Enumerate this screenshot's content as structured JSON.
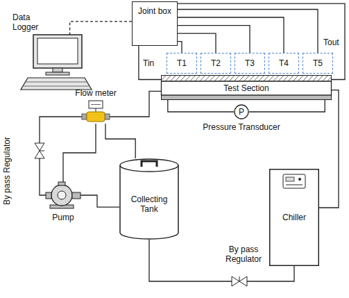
{
  "diagram": {
    "nodes": [
      {
        "text": [
          "Joint box"
        ]
      },
      {
        "text": [
          "Data Logger"
        ]
      },
      {
        "text": [
          "Test Section"
        ]
      },
      {
        "text": [
          "T1"
        ]
      },
      {
        "text": [
          "T2"
        ]
      },
      {
        "text": [
          "T3"
        ]
      },
      {
        "text": [
          "T4"
        ]
      },
      {
        "text": [
          "T5"
        ]
      },
      {
        "text": [
          "P",
          "Pressure Transducer"
        ]
      },
      {
        "text": [
          "Flow meter"
        ]
      },
      {
        "text": [
          "By pass Regulator"
        ]
      },
      {
        "text": [
          "Pump"
        ]
      },
      {
        "text": [
          "Collecting Tank"
        ]
      },
      {
        "text": [
          "Chiller"
        ]
      },
      {
        "text": [
          "By pass Regulator"
        ]
      }
    ],
    "edges": [
      {
        "from": 0,
        "to": 1,
        "arrow": "none"
      },
      {
        "from": 0,
        "to": 3,
        "arrow": "none"
      },
      {
        "from": 0,
        "to": 4,
        "arrow": "none"
      },
      {
        "from": 0,
        "to": 5,
        "arrow": "none"
      },
      {
        "from": 0,
        "to": 6,
        "arrow": "none"
      },
      {
        "from": 0,
        "to": 7,
        "arrow": "none"
      },
      {
        "from": 0,
        "to": 2,
        "arrow": "none"
      },
      {
        "from": 0,
        "to": 2,
        "arrow": "none"
      },
      {
        "from": 2,
        "to": 8,
        "arrow": "none"
      },
      {
        "from": 2,
        "to": 8,
        "arrow": "none"
      },
      {
        "from": 9,
        "to": 2,
        "arrow": "none"
      },
      {
        "from": 2,
        "to": 13,
        "arrow": "none"
      },
      {
        "from": 13,
        "to": 14,
        "arrow": "none"
      },
      {
        "from": 14,
        "to": 12,
        "arrow": "none"
      },
      {
        "from": 12,
        "to": 11,
        "arrow": "none"
      },
      {
        "from": 11,
        "to": 10,
        "arrow": "none"
      },
      {
        "from": 10,
        "to": 9,
        "arrow": "none"
      },
      {
        "from": 11,
        "to": 9,
        "arrow": "none"
      },
      {
        "from": 9,
        "to": 12,
        "arrow": "none"
      }
    ],
    "labels": [
      "Tin",
      "Tout"
    ]
  }
}
